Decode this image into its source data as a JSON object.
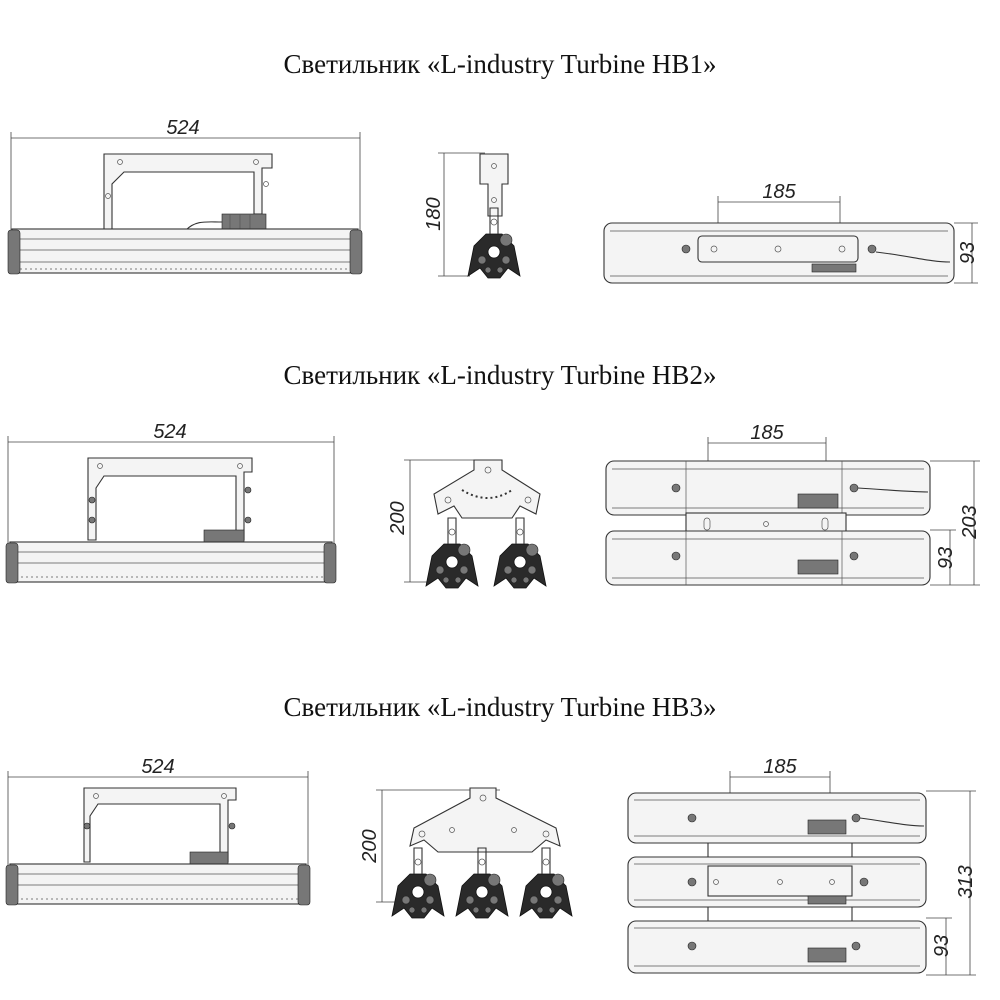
{
  "document": {
    "sections": [
      {
        "title": "Светильник «L-industry Turbine HB1»",
        "dims": {
          "length": "524",
          "height": "180",
          "bracket": "185",
          "width": "93"
        }
      },
      {
        "title": "Светильник «L-industry Turbine HB2»",
        "dims": {
          "length": "524",
          "height": "200",
          "bracket": "185",
          "width": "93",
          "total_width": "203"
        }
      },
      {
        "title": "Светильник «L-industry Turbine HB3»",
        "dims": {
          "length": "524",
          "height": "200",
          "bracket": "185",
          "width": "93",
          "total_width": "313"
        }
      }
    ]
  }
}
